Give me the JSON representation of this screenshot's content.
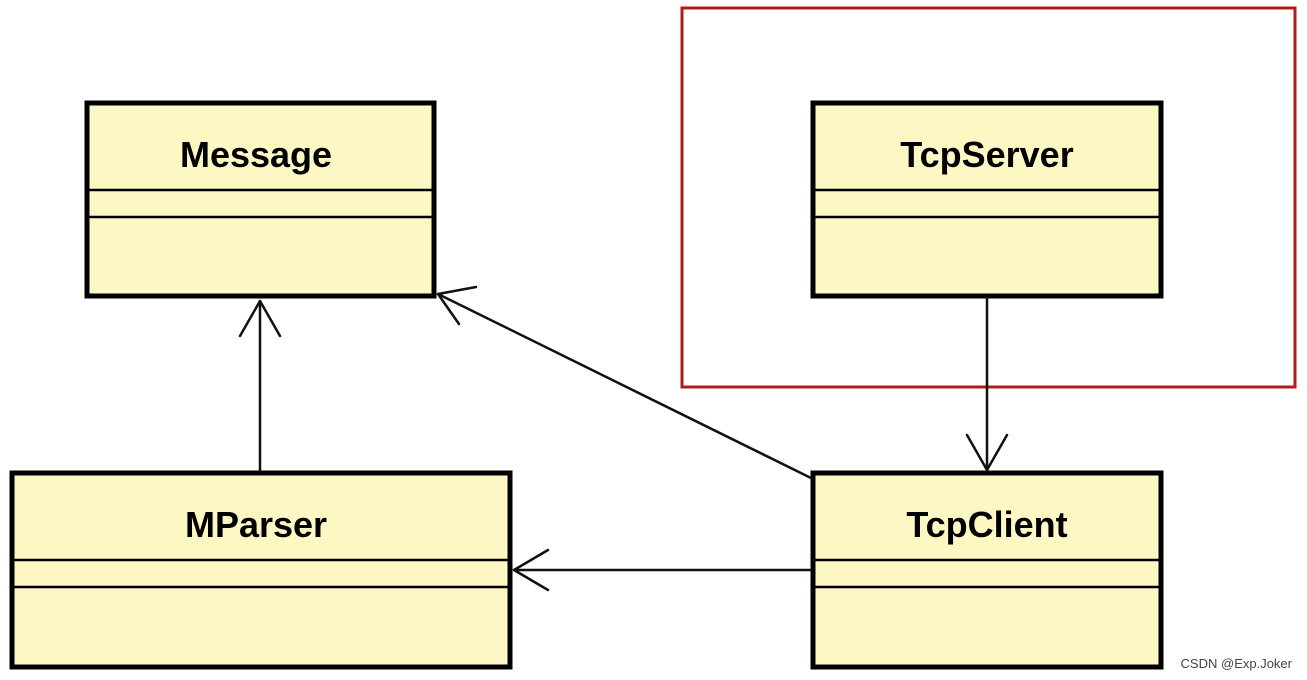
{
  "classes": {
    "message": "Message",
    "tcpserver": "TcpServer",
    "mparser": "MParser",
    "tcpclient": "TcpClient"
  },
  "watermark": "CSDN @Exp.Joker",
  "colors": {
    "class_fill": "#fdf7c3",
    "class_border": "#000000",
    "highlight": "#b31b1b",
    "line": "#111111"
  }
}
